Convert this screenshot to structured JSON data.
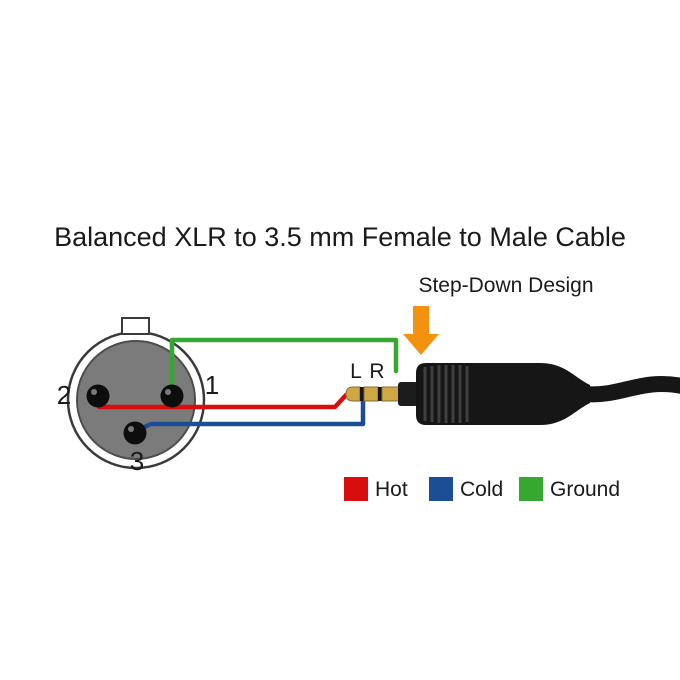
{
  "title": "Balanced XLR to 3.5 mm Female to Male Cable",
  "step_down_label": "Step-Down Design",
  "xlr": {
    "pin_left_label": "2",
    "pin_right_label": "1",
    "pin_bottom_label": "3"
  },
  "plug": {
    "tip_label": "L",
    "ring_label": "R"
  },
  "legend": {
    "items": [
      {
        "label": "Hot",
        "color": "#d80e0e"
      },
      {
        "label": "Cold",
        "color": "#1b4e94"
      },
      {
        "label": "Ground",
        "color": "#35a82f"
      }
    ]
  },
  "colors": {
    "hot_wire": "#d80e0e",
    "cold_wire": "#1b4e94",
    "ground_wire": "#35a82f",
    "arrow": "#f2920f",
    "plug_gold": "#cfa845",
    "body_black": "#161616"
  }
}
